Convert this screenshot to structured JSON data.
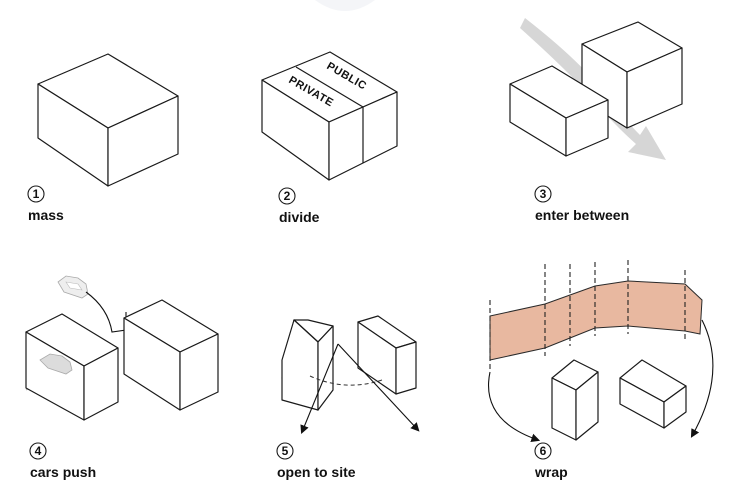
{
  "steps": [
    {
      "number": "1",
      "caption": "mass"
    },
    {
      "number": "2",
      "caption": "divide"
    },
    {
      "number": "3",
      "caption": "enter between"
    },
    {
      "number": "4",
      "caption": "cars push"
    },
    {
      "number": "5",
      "caption": "open to site"
    },
    {
      "number": "6",
      "caption": "wrap"
    }
  ],
  "divide_labels": {
    "top": "PUBLIC",
    "bottom": "PRIVATE"
  },
  "colors": {
    "wrap_band": "#e8b8a0",
    "flow_arrow": "#d9d9d9",
    "line": "#1a1a1a"
  }
}
